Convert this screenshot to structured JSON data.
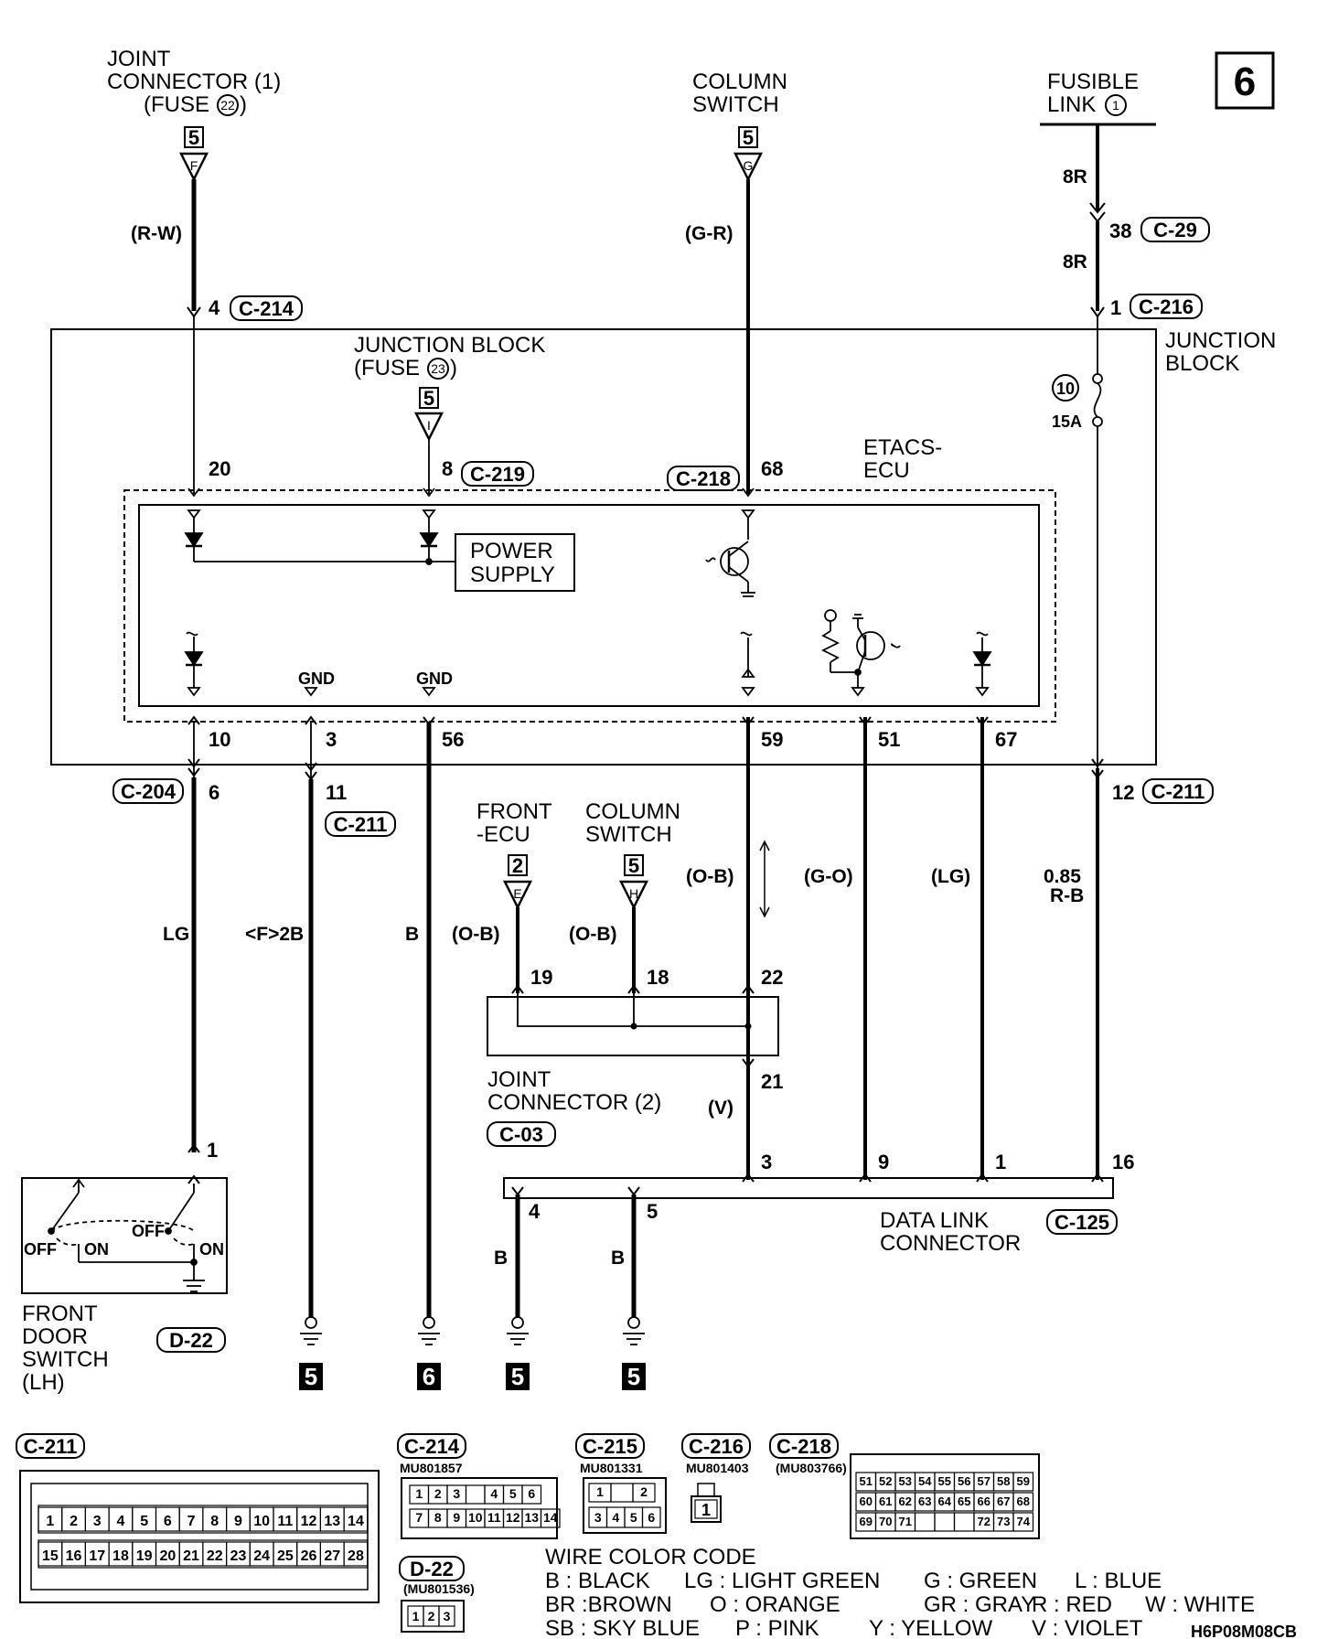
{
  "page": {
    "number": "6",
    "code": "H6P08M08CB"
  },
  "sources": {
    "joint_connector_1": [
      "JOINT",
      "CONNECTOR (1)",
      "(FUSE",
      "22",
      ")"
    ],
    "joint_connector_1_ref": {
      "page": "5",
      "letter": "F"
    },
    "column_switch_top": [
      "COLUMN",
      "SWITCH"
    ],
    "column_switch_top_ref": {
      "page": "5",
      "letter": "G"
    },
    "fusible_link": [
      "FUSIBLE",
      "LINK",
      "1"
    ],
    "junction_block_fuse": [
      "JUNCTION BLOCK",
      "(FUSE",
      "23",
      ")"
    ],
    "junction_block_fuse_ref": {
      "page": "5",
      "letter": "I"
    },
    "front_ecu": [
      "FRONT",
      "-ECU"
    ],
    "front_ecu_ref": {
      "page": "2",
      "letter": "E"
    },
    "column_switch_mid": [
      "COLUMN",
      "SWITCH"
    ],
    "column_switch_mid_ref": {
      "page": "5",
      "letter": "H"
    }
  },
  "blocks": {
    "junction_block": [
      "JUNCTION",
      "BLOCK"
    ],
    "etacs_ecu": [
      "ETACS-",
      "ECU"
    ],
    "power_supply": [
      "POWER",
      "SUPPLY"
    ],
    "fuse_number": "10",
    "fuse_rating": "15A",
    "gnd_a": "GND",
    "gnd_b": "GND",
    "joint_connector_2": [
      "JOINT",
      "CONNECTOR (2)"
    ],
    "data_link_connector": [
      "DATA LINK",
      "CONNECTOR"
    ],
    "front_door_switch": [
      "FRONT",
      "DOOR",
      "SWITCH",
      "(LH)"
    ],
    "off_a": "OFF",
    "on_a": "ON",
    "off_b": "OFF",
    "on_b": "ON"
  },
  "connectors": {
    "c214": "C-214",
    "c216": "C-216",
    "c29": "C-29",
    "c219": "C-219",
    "c218": "C-218",
    "c204": "C-204",
    "c211": "C-211",
    "c211b": "C-211",
    "c03": "C-03",
    "c125": "C-125",
    "d22": "D-22"
  },
  "pins": {
    "p4": "4",
    "p1a": "1",
    "p38": "38",
    "p20": "20",
    "p8": "8",
    "p68": "68",
    "p10": "10",
    "p3": "3",
    "p56": "56",
    "p59": "59",
    "p51": "51",
    "p67": "67",
    "p6": "6",
    "p11": "11",
    "p12": "12",
    "p19": "19",
    "p18": "18",
    "p22": "22",
    "p21": "21",
    "p1b": "1",
    "p3b": "3",
    "p9": "9",
    "p1c": "1",
    "p16": "16",
    "p4b": "4",
    "p5": "5"
  },
  "wires": {
    "rw": "(R-W)",
    "gr": "(G-R)",
    "r8a": "8R",
    "r8b": "8R",
    "lg": "LG",
    "f2b": "<F>2B",
    "b": "B",
    "ob1": "(O-B)",
    "ob2": "(O-B)",
    "ob3": "(O-B)",
    "go": "(G-O)",
    "lg2": "(LG)",
    "rb1": "0.85",
    "rb2": "R-B",
    "v": "(V)",
    "b2": "B",
    "b3": "B"
  },
  "grounds": [
    "5",
    "6",
    "5",
    "5"
  ],
  "connector_faces": {
    "c211": {
      "title": "C-211",
      "row1": [
        "1",
        "2",
        "3",
        "4",
        "5",
        "6",
        "7",
        "8",
        "9",
        "10",
        "11",
        "12",
        "13",
        "14"
      ],
      "row2": [
        "15",
        "16",
        "17",
        "18",
        "19",
        "20",
        "21",
        "22",
        "23",
        "24",
        "25",
        "26",
        "27",
        "28"
      ]
    },
    "c214": {
      "title": "C-214",
      "part": "MU801857",
      "row1": [
        "1",
        "2",
        "3",
        "",
        "4",
        "5",
        "6"
      ],
      "row2": [
        "7",
        "8",
        "9",
        "10",
        "11",
        "12",
        "13",
        "14"
      ]
    },
    "c215": {
      "title": "C-215",
      "part": "MU801331",
      "row1": [
        "1",
        "",
        "2"
      ],
      "row2": [
        "3",
        "4",
        "5",
        "6"
      ]
    },
    "c216": {
      "title": "C-216",
      "part": "MU801403",
      "pin": "1"
    },
    "c218": {
      "title": "C-218",
      "part": "(MU803766)",
      "row1": [
        "51",
        "52",
        "53",
        "54",
        "55",
        "56",
        "57",
        "58",
        "59"
      ],
      "row2": [
        "60",
        "61",
        "62",
        "63",
        "64",
        "65",
        "66",
        "67",
        "68"
      ],
      "row3": [
        "69",
        "70",
        "71",
        "",
        "",
        "",
        "72",
        "73",
        "74"
      ]
    },
    "d22": {
      "title": "D-22",
      "part": "(MU801536)",
      "pins": [
        "1",
        "2",
        "3"
      ]
    }
  },
  "legend": {
    "title": "WIRE COLOR CODE",
    "line1": [
      "B : BLACK",
      "LG : LIGHT GREEN",
      "G : GREEN",
      "L : BLUE"
    ],
    "line2": [
      "BR :BROWN",
      "O : ORANGE",
      "GR : GRAY",
      "R : RED",
      "W : WHITE"
    ],
    "line3": [
      "SB : SKY BLUE",
      "P : PINK",
      "Y : YELLOW",
      "V : VIOLET"
    ]
  }
}
